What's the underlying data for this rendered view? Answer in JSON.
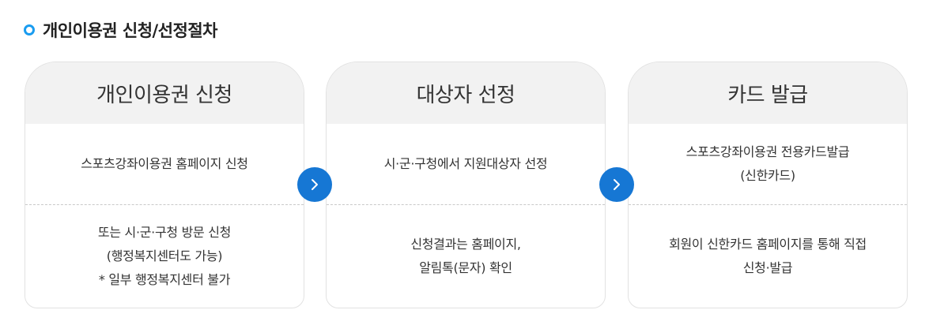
{
  "section": {
    "title": "개인이용권 신청/선정절차"
  },
  "steps": [
    {
      "title": "개인이용권 신청",
      "top_lines": [
        "스포츠강좌이용권 홈페이지 신청"
      ],
      "bottom_lines": [
        "또는 시·군·구청 방문 신청",
        "(행정복지센터도 가능)",
        "* 일부 행정복지센터 불가"
      ]
    },
    {
      "title": "대상자 선정",
      "top_lines": [
        "시·군·구청에서 지원대상자 선정"
      ],
      "bottom_lines": [
        "신청결과는 홈페이지,",
        "알림톡(문자) 확인"
      ]
    },
    {
      "title": "카드 발급",
      "top_lines": [
        "스포츠강좌이용권 전용카드발급",
        "(신한카드)"
      ],
      "bottom_lines": [
        "회원이 신한카드 홈페이지를 통해 직접",
        "신청·발급"
      ]
    }
  ],
  "icons": {
    "section_marker": "circle-ring-icon",
    "step_arrow": "chevron-right-icon"
  },
  "colors": {
    "accent": "#1a9cf0",
    "arrow_bg": "#1677d4",
    "card_head_bg": "#f2f2f2",
    "card_border": "#e2e2e2"
  }
}
